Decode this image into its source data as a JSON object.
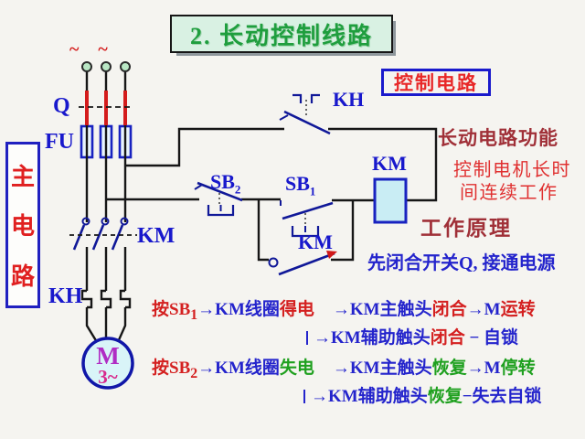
{
  "title": "2. 长动控制线路",
  "colors": {
    "title_green": "#1f9e3e",
    "label_blue": "#1818cc",
    "symbol_blue": "#101898",
    "wire_black": "#161616",
    "red": "#d42020",
    "green": "#1fa01f",
    "maroon": "#a03038",
    "coil_fill": "#c9edf4",
    "motor_fill": "#d9f4f8",
    "fuse_fill": "#e9f5fd",
    "terminal_fill": "#b9e7c4"
  },
  "main_circuit": {
    "panel_chars": [
      "主",
      "电",
      "路"
    ],
    "phase_marks": "~ ~",
    "switch_label": "Q",
    "fuse_label": "FU",
    "contactor_label": "KM",
    "thermal_label": "KH",
    "motor_letter": "M",
    "motor_phases": "3~"
  },
  "control_circuit": {
    "header": "控制电路",
    "thermal_contact_label": "KH",
    "stop_button": {
      "base": "SB",
      "sub": "2"
    },
    "start_button": {
      "base": "SB",
      "sub": "1"
    },
    "aux_contact_label": "KM",
    "coil_label": "KM"
  },
  "notes": {
    "function_title": "长动电路功能",
    "function_line1": "控制电机长时",
    "function_line2": "间连续工作",
    "principle_title": "工作原理",
    "principle_text": "先闭合开关Q, 接通电源"
  },
  "sequence": {
    "press1": "按SB",
    "press1_sub": "1",
    "s1b": "→KM线圈",
    "s1c": "得电",
    "s1d": "→KM主触头",
    "s1e": "闭合",
    "s1f": "→M",
    "s1g": "运转",
    "s2a": "→KM辅助触头",
    "s2b": "闭合",
    "s2c": " − 自锁",
    "press2": "按SB",
    "press2_sub": "2",
    "s3b": "→KM线圈",
    "s3c": "失电",
    "s3d": "→KM主触头",
    "s3e": "恢复",
    "s3f": "→M",
    "s3g": "停转",
    "s4a": "→KM辅助触头",
    "s4b": "恢复",
    "s4c": "−失去自锁"
  }
}
